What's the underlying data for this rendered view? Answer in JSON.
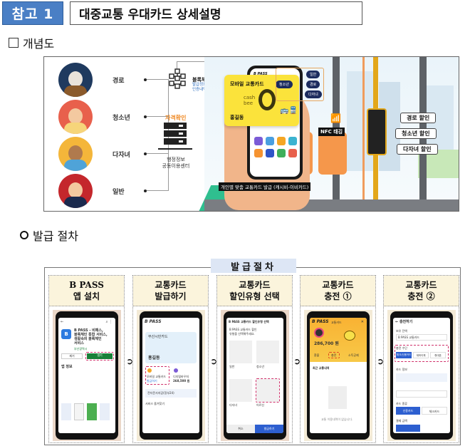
{
  "header": {
    "tag": "참고 1",
    "title": "대중교통 우대카드 상세설명",
    "tag_color": "#4a7fc5"
  },
  "section1": {
    "bullet": "☐",
    "title": "개념도"
  },
  "concept": {
    "people": [
      {
        "label": "경로",
        "bg": "#1f3a5f"
      },
      {
        "label": "청소년",
        "bg": "#e8604c"
      },
      {
        "label": "다자녀",
        "bg": "#f4b63a"
      },
      {
        "label": "일반",
        "bg": "#c4272c"
      }
    ],
    "blockchain": {
      "title": "블록체인",
      "sub1": "발급정보,",
      "sub2": "인증내역 저장"
    },
    "qualification": "자격확인",
    "server_label_1": "행정정보",
    "server_label_2": "공동이용센터",
    "card": {
      "title": "모바일 교통카드",
      "brand_1": "cash",
      "brand_2": "bee",
      "name": "홍길동",
      "selected_type": "청소년",
      "types": [
        "일반",
        "경로",
        "다자녀"
      ]
    },
    "phone_app": "B PASS",
    "nfc_label": "NFC 태깅",
    "discounts": [
      "경로 할인",
      "청소년 할인",
      "다자녀 할인"
    ],
    "caption": "개인별 맞춤 교통카드 발급 (캐시비-이비카드)"
  },
  "section2": {
    "bullet": "❍",
    "title": "발급 절차"
  },
  "process": {
    "title": "발급절차",
    "arrow_glyph": "➲",
    "steps": [
      {
        "line1": "B PASS",
        "line2": "앱 설치",
        "screen": {
          "app_name_1": "B PASS - 비패스,",
          "app_name_2": "블록체인 통합 서비스,",
          "app_name_3": "생활속의 블록체인",
          "app_name_4": "서비스",
          "publisher": "부산광역시",
          "btn_left": "제거",
          "btn_right": "열기",
          "section": "앱 정보"
        }
      },
      {
        "line1": "교통카드",
        "line2": "발급하기",
        "screen": {
          "app_title": "B PASS",
          "card_title": "부산시민카드",
          "name": "홍길동",
          "tile_left_1": "모바일 교통카드",
          "tile_left_2": "발급하기",
          "tile_right_1": "디지털바우처",
          "tile_right_2": "268,500 원",
          "banner": "전자문서지갑(정부24)",
          "section": "서비스 즐겨찾기"
        }
      },
      {
        "line1": "교통카드",
        "line2": "할인유형 선택",
        "screen": {
          "title": "B PASS 교통카드 할인유형 선택",
          "prompt": "B PASS 교통카드 할인유형을 선택해주세요.",
          "types": [
            "일반",
            "청소년",
            "다자녀",
            "어르신"
          ],
          "cancel": "취소",
          "confirm": "발급하기"
        }
      },
      {
        "line1": "교통카드",
        "line2": "충전 ①",
        "screen": {
          "app_title": "B PASS",
          "sub": "교통카드",
          "balance": "286,700 원",
          "buttons": [
            "환불",
            "충전",
            "소득공제"
          ],
          "recent": "최근 교통내역",
          "empty": "교통 이용내역이 없습니다."
        }
      },
      {
        "line1": "교통카드",
        "line2": "충전 ②",
        "screen": {
          "title": "충전하기",
          "field_label": "보유 잔액",
          "field_value": "B PASS 교통카드",
          "method_label": "충전 수단",
          "methods": [
            "체크/신용카드",
            "계좌이체",
            "휴대폰"
          ],
          "card_info": "카드 정보",
          "card_type_label": "카드 종류",
          "card_types": [
            "신용카드",
            "체크카드"
          ],
          "amount_label": "결제 금액"
        }
      }
    ]
  }
}
